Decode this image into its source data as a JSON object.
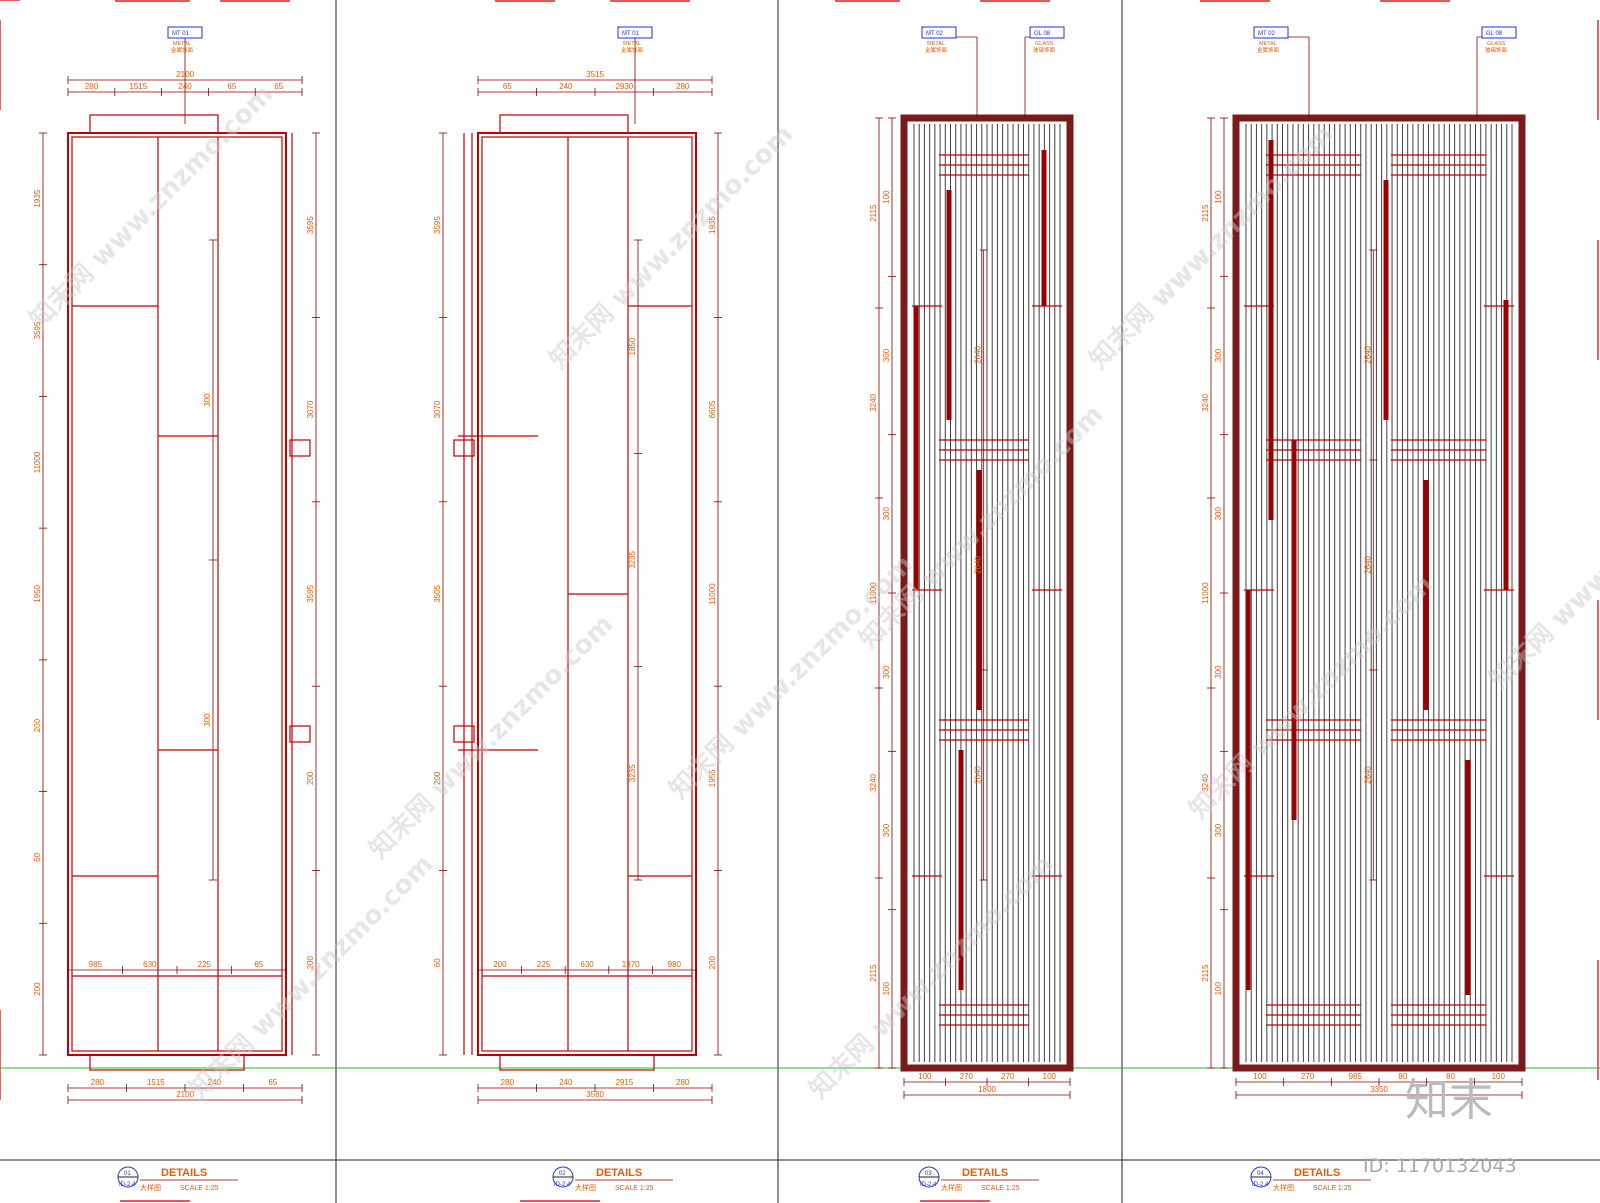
{
  "sheet": {
    "panels": [
      {
        "id": "01",
        "title": "DETAILS",
        "sheet_ref": "ID-2.4",
        "subtitle_cn": "大样图",
        "scale": "SCALE  1:25",
        "tags": [
          {
            "code": "MT  01",
            "name": "METAL",
            "cn": "金属饰面"
          }
        ],
        "top_dims": [
          "2100",
          "280",
          "1515",
          "240",
          "65",
          "65"
        ],
        "bottom_dims": [
          "280",
          "1515",
          "240",
          "65",
          "2100"
        ],
        "row_dims": [
          "985",
          "630",
          "225",
          "65"
        ],
        "left_dims": [
          "1935",
          "3595",
          "11000",
          "1950",
          "200",
          "60",
          "200"
        ],
        "right_dims": [
          "3595",
          "3070",
          "3595",
          "200",
          "200"
        ],
        "inner_dims": [
          "300",
          "300"
        ]
      },
      {
        "id": "02",
        "title": "DETAILS",
        "sheet_ref": "ID-2.4",
        "subtitle_cn": "大样图",
        "scale": "SCALE  1:25",
        "tags": [
          {
            "code": "MT  01",
            "name": "METAL",
            "cn": "金属饰面"
          }
        ],
        "top_dims": [
          "3515",
          "65",
          "240",
          "2930",
          "280"
        ],
        "bottom_dims": [
          "280",
          "240",
          "2915",
          "280",
          "3580"
        ],
        "row_dims": [
          "200",
          "225",
          "630",
          "1370",
          "980"
        ],
        "left_dims": [
          "3595",
          "3070",
          "3505",
          "200",
          "60"
        ],
        "right_dims": [
          "1935",
          "6605",
          "11000",
          "1955",
          "200"
        ],
        "inner_dims": [
          "1850",
          "3235",
          "3235"
        ]
      },
      {
        "id": "03",
        "title": "DETAILS",
        "sheet_ref": "ID-2.4",
        "subtitle_cn": "大样图",
        "scale": "SCALE  1:25",
        "tags": [
          {
            "code": "MT  02",
            "name": "METAL",
            "cn": "金属饰面"
          },
          {
            "code": "GL  08",
            "name": "GLASS",
            "cn": "玻璃饰面"
          }
        ],
        "bottom_dims": [
          "100",
          "270",
          "270",
          "100",
          "1800"
        ],
        "left_dims": [
          "2115",
          "3240",
          "11000",
          "3240",
          "2115"
        ],
        "inner_dims": [
          "2640",
          "2640",
          "2640"
        ]
      },
      {
        "id": "04",
        "title": "DETAILS",
        "sheet_ref": "ID-2.4",
        "subtitle_cn": "大样图",
        "scale": "SCALE  1:25",
        "tags": [
          {
            "code": "MT  02",
            "name": "METAL",
            "cn": "金属饰面"
          },
          {
            "code": "GL  08",
            "name": "GLASS",
            "cn": "玻璃饰面"
          }
        ],
        "bottom_dims": [
          "100",
          "270",
          "985",
          "80",
          "80",
          "100",
          "3350"
        ],
        "left_dims": [
          "2115",
          "3240",
          "11000",
          "3240",
          "2115"
        ],
        "inner_dims": [
          "2640",
          "2640",
          "2640"
        ]
      }
    ]
  },
  "watermark": {
    "site": "www.znzmo.com",
    "cn": "知末网",
    "brand": "知末",
    "id_label": "ID: 1170132043"
  },
  "colors": {
    "frame": "#c00000",
    "dimension_text": "#e65c00",
    "tag_outline": "#2233cc",
    "ground_line": "#22bb22"
  }
}
